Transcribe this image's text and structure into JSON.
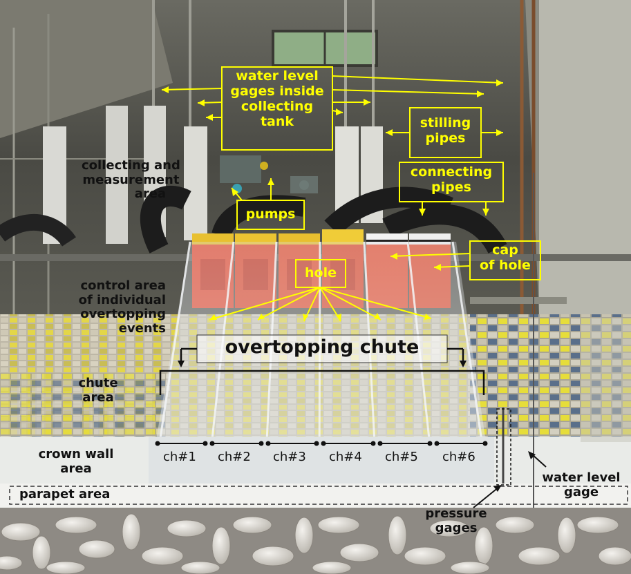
{
  "labels": {
    "water_level_gages": [
      "water level",
      "gages inside",
      "collecting",
      "tank"
    ],
    "stilling_pipes": [
      "stilling",
      "pipes"
    ],
    "connecting_pipes": [
      "connecting",
      "pipes"
    ],
    "collecting_area": [
      "collecting and",
      "measurement",
      "area"
    ],
    "pumps": "pumps",
    "hole": "hole",
    "cap_of_hole": [
      "cap",
      "of hole"
    ],
    "control_area": [
      "control area",
      "of individual",
      "overtopping",
      "events"
    ],
    "overtopping_chute": "overtopping chute",
    "chute_area": [
      "chute",
      "area"
    ],
    "channels": [
      "ch#1",
      "ch#2",
      "ch#3",
      "ch#4",
      "ch#5",
      "ch#6"
    ],
    "crown_wall_area": [
      "crown wall",
      "area"
    ],
    "parapet_area": "parapet area",
    "pressure_gages": [
      "pressure",
      "gages"
    ],
    "water_level_gage": [
      "water level",
      "gage"
    ]
  },
  "colors": {
    "annotation": "#ffff00",
    "label_dark": "#111111",
    "collector_cap": "#e8472a"
  }
}
